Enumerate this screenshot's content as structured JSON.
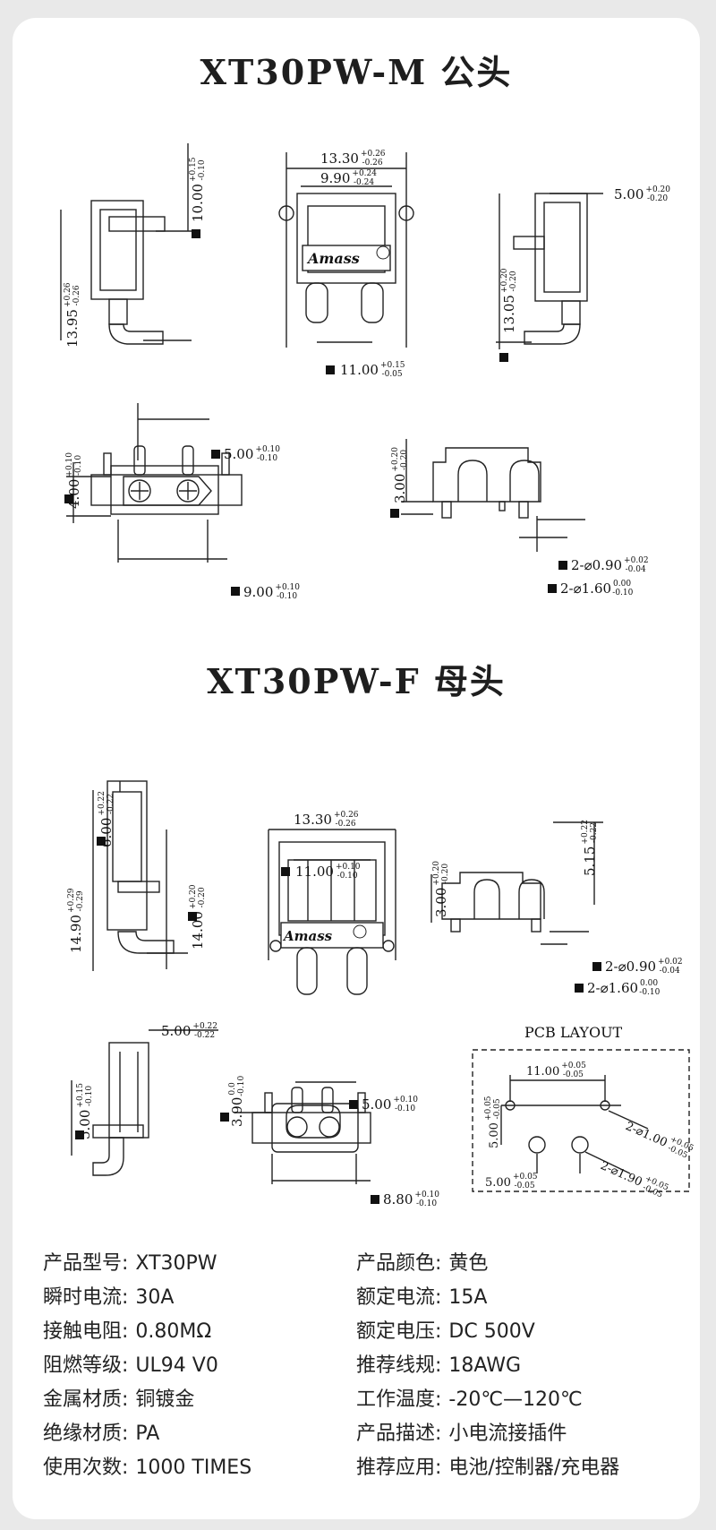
{
  "male": {
    "title": "XT30PW-M 公头",
    "dims": {
      "height_a": "10.00",
      "height_a_tol": "+0.15 / -0.10",
      "height_b": "13.95",
      "height_b_tol": "+0.26 / -0.26",
      "width_a": "13.30",
      "width_a_tol": "+0.26 / -0.26",
      "width_b": "9.90",
      "width_b_tol": "+0.24 / -0.24",
      "pitch": "11.00",
      "pitch_tol": "+0.15 / -0.05",
      "side_w": "5.00",
      "side_w_tol": "+0.20 / -0.20",
      "side_h": "13.05",
      "side_h_tol": "+0.20 / -0.20",
      "pin_off": "5.00",
      "pin_off_tol": "+0.10 / -0.10",
      "top_h": "4.00",
      "top_h_tol": "+0.10 / -0.10",
      "top_w": "9.00",
      "top_w_tol": "+0.10 / -0.10",
      "r_h": "3.00",
      "r_h_tol": "+0.20 / -0.20",
      "pin_d1": "2-⌀0.90",
      "pin_d1_tol": "+0.02 / -0.04",
      "pin_d2": "2-⌀1.60",
      "pin_d2_tol": "0.00 / -0.10"
    }
  },
  "female": {
    "title": "XT30PW-F 母头",
    "dims": {
      "top_h": "6.00",
      "top_h_tol": "+0.22 / -0.22",
      "total_h": "14.90",
      "total_h_tol": "+0.29 / -0.29",
      "mid_h": "14.00",
      "mid_h_tol": "+0.20 / -0.20",
      "width_a": "13.30",
      "width_a_tol": "+0.26 / -0.26",
      "pitch": "11.00",
      "pitch_tol": "+0.10 / -0.10",
      "r_h": "3.00",
      "r_h_tol": "+0.20 / -0.20",
      "r_top": "5.15",
      "r_top_tol": "+0.22 / -0.22",
      "pin_d1": "2-⌀0.90",
      "pin_d1_tol": "+0.02 / -0.04",
      "pin_d2": "2-⌀1.60",
      "pin_d2_tol": "0.00 / -0.10",
      "side_w": "5.00",
      "side_w_tol": "+0.22 / -0.22",
      "side_h": "5.00",
      "side_h_tol": "+0.15 / -0.10",
      "b_h": "3.90",
      "b_h_tol": "0.0 / -0.10",
      "b_pin": "5.00",
      "b_pin_tol": "+0.10 / -0.10",
      "b_w": "8.80",
      "b_w_tol": "+0.10 / -0.10"
    },
    "pcb": {
      "title": "PCB LAYOUT",
      "pitch": "11.00",
      "pitch_tol": "+0.05 / -0.05",
      "hole1": "2-⌀1.00",
      "hole1_tol": "+0.05 / -0.05",
      "hole2": "2-⌀1.90",
      "hole2_tol": "+0.05 / -0.05",
      "v": "5.00",
      "v_tol": "+0.05 / -0.05",
      "h": "5.00",
      "h_tol": "+0.05 / -0.05"
    }
  },
  "brand": "Amass",
  "specs": {
    "left": [
      {
        "k": "产品型号:",
        "v": "XT30PW"
      },
      {
        "k": "瞬时电流:",
        "v": "30A"
      },
      {
        "k": "接触电阻:",
        "v": "0.80MΩ"
      },
      {
        "k": "阻燃等级:",
        "v": "UL94 V0"
      },
      {
        "k": "金属材质:",
        "v": "铜镀金"
      },
      {
        "k": "绝缘材质:",
        "v": "PA"
      },
      {
        "k": "使用次数:",
        "v": "1000 TIMES"
      }
    ],
    "right": [
      {
        "k": "产品颜色:",
        "v": "黄色"
      },
      {
        "k": "额定电流:",
        "v": "15A"
      },
      {
        "k": "额定电压:",
        "v": "DC 500V"
      },
      {
        "k": "推荐线规:",
        "v": "18AWG"
      },
      {
        "k": "工作温度:",
        "v": "-20℃—120℃"
      },
      {
        "k": "产品描述:",
        "v": "小电流接插件"
      },
      {
        "k": "推荐应用:",
        "v": "电池/控制器/充电器"
      }
    ]
  }
}
